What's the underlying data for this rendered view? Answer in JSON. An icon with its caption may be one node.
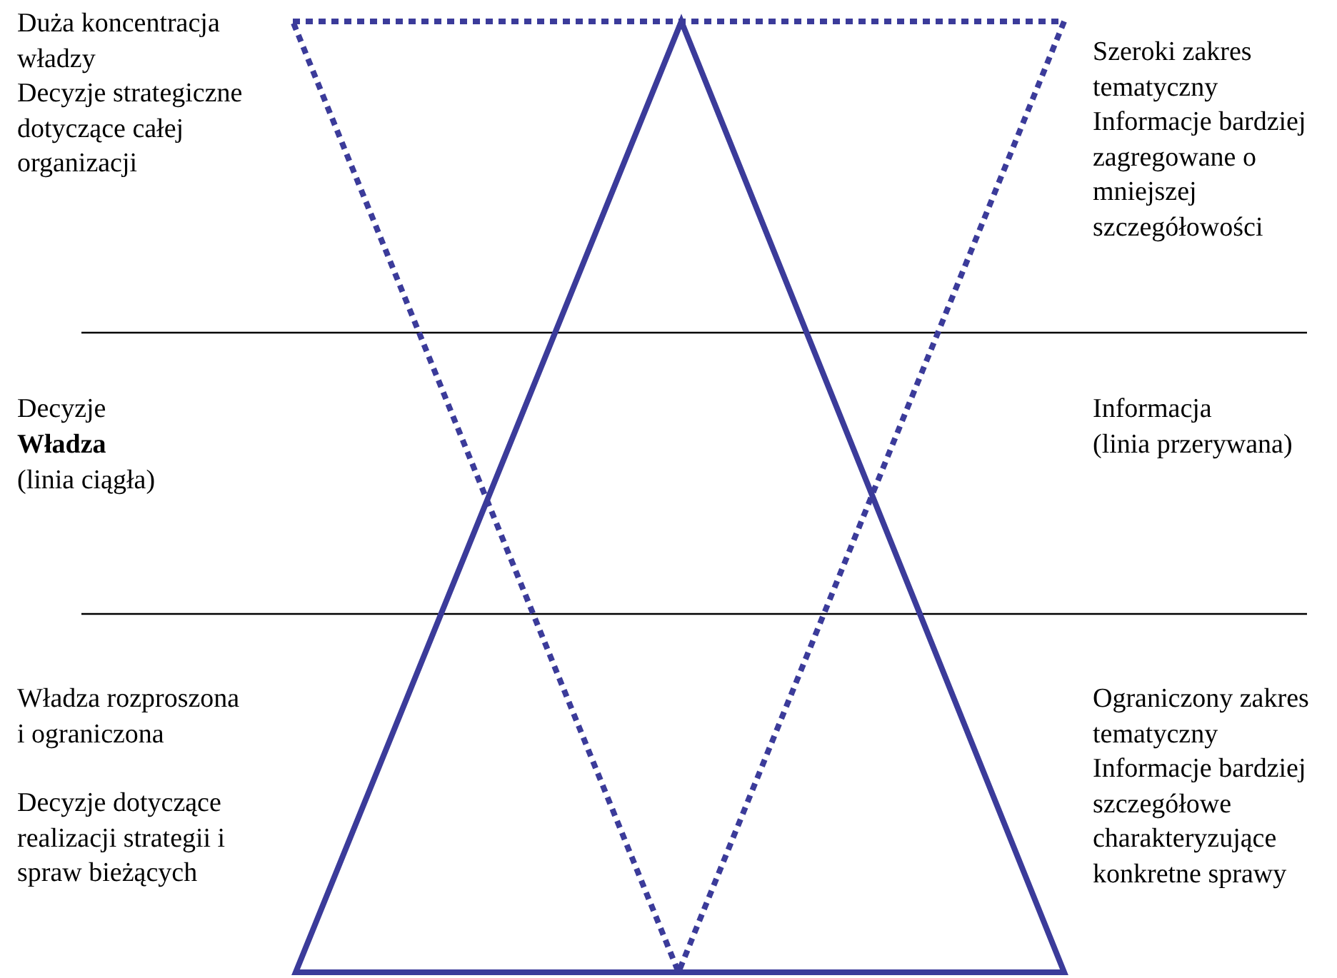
{
  "diagram": {
    "labels": [
      "Duża koncentracja władzy",
      "Decyzje strategiczne dotyczące całej organizacji",
      "Szeroki zakres tematyczny",
      "Informacje bardziej zagregowane o mniejszej szczegółowości",
      "Decyzje",
      "Władza",
      "(linia ciągła)",
      "Informacja",
      "(linia przerywana)",
      "Władza rozproszona i ograniczona",
      "Decyzje dotyczące realizacji strategii i spraw bieżących",
      "Ograniczony zakres tematyczny",
      "Informacje bardziej szczegółowe charakteryzujące konkretne sprawy"
    ]
  }
}
